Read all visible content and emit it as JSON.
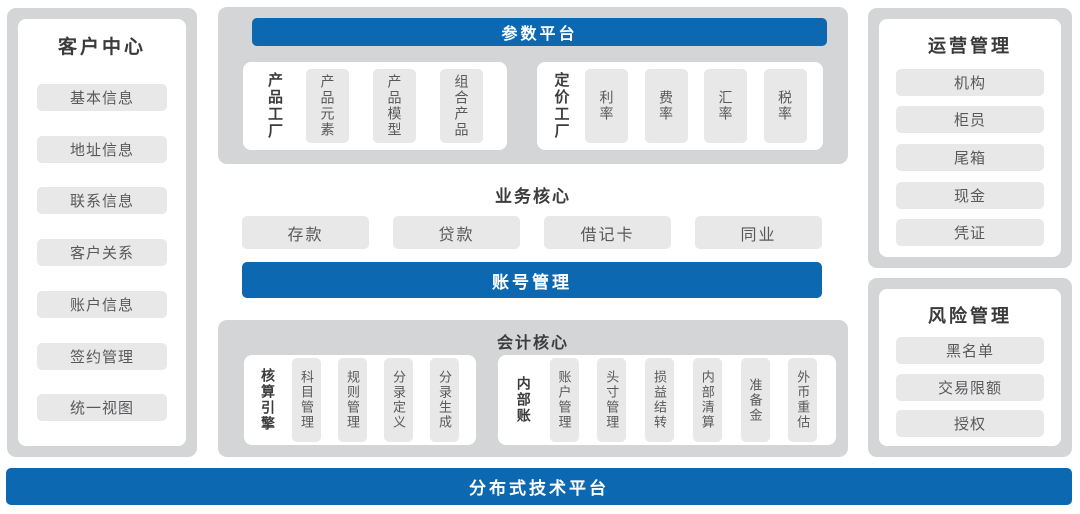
{
  "palette": {
    "accent_blue": "#0c68b0",
    "container_gray": "#d4d5d6",
    "chip_gray": "#e8e8e8",
    "title_text": "#3a3a3a",
    "chip_text": "#58595b",
    "background": "#ffffff"
  },
  "customer_panel": {
    "title": "客户中心",
    "items": [
      "基本信息",
      "地址信息",
      "联系信息",
      "客户关系",
      "账户信息",
      "签约管理",
      "统一视图"
    ]
  },
  "param_platform": {
    "header": "参数平台",
    "groups": [
      {
        "label": "产品工厂",
        "chips": [
          "产品元素",
          "产品模型",
          "组合产品"
        ]
      },
      {
        "label": "定价工厂",
        "chips": [
          "利率",
          "费率",
          "汇率",
          "税率"
        ]
      }
    ]
  },
  "business_core": {
    "title": "业务核心",
    "items": [
      "存款",
      "贷款",
      "借记卡",
      "同业"
    ]
  },
  "account_bar": {
    "label": "账号管理"
  },
  "accounting_core": {
    "title": "会计核心",
    "groups": [
      {
        "label": "核算引擎",
        "chips": [
          "科目管理",
          "规则管理",
          "分录定义",
          "分录生成"
        ]
      },
      {
        "label": "内部账",
        "chips": [
          "账户管理",
          "头寸管理",
          "损益结转",
          "内部清算",
          "准备金",
          "外币重估"
        ]
      }
    ]
  },
  "operations_panel": {
    "title": "运营管理",
    "items": [
      "机构",
      "柜员",
      "尾箱",
      "现金",
      "凭证"
    ]
  },
  "risk_panel": {
    "title": "风险管理",
    "items": [
      "黑名单",
      "交易限额",
      "授权"
    ]
  },
  "bottom_bar": {
    "label": "分布式技术平台"
  }
}
